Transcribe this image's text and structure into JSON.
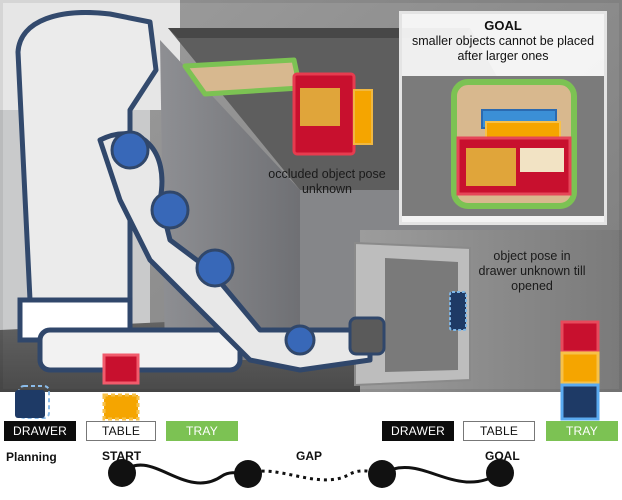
{
  "goal": {
    "title": "GOAL",
    "description": "smaller objects cannot be placed after larger ones"
  },
  "annotations": {
    "occluded": "occluded object pose unknown",
    "drawer_pose": "object pose in drawer unknown till opened"
  },
  "locations_left": {
    "drawer": "DRAWER",
    "table": "TABLE",
    "tray": "TRAY"
  },
  "locations_right": {
    "drawer": "DRAWER",
    "table": "TABLE",
    "tray": "TRAY"
  },
  "planning": {
    "row_label": "Planning",
    "start": "START",
    "gap": "GAP",
    "goal": "GOAL"
  },
  "colors": {
    "drawer_tag": "#0c0c0c",
    "tray_tag": "#7cc253",
    "object_large": "#c8102e",
    "object_medium": "#f5a500",
    "object_small": "#1e3a66",
    "robot_outline": "#30476b"
  }
}
